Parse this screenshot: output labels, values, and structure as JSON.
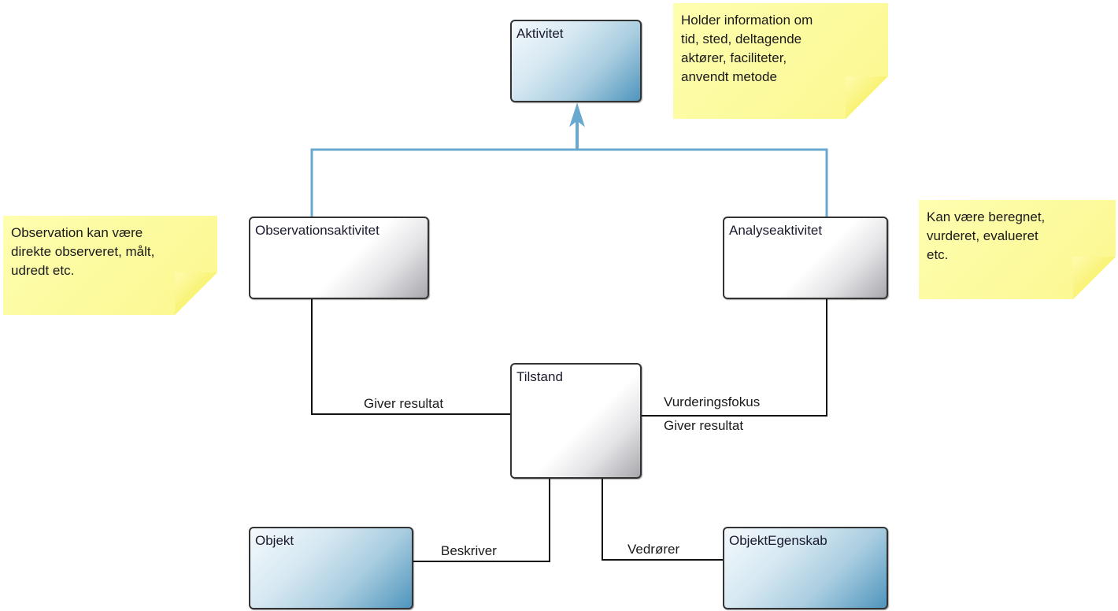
{
  "colors": {
    "inheritance_line": "#6aa9cf",
    "association_line": "#111111",
    "note_fill": "#fcf89a",
    "note_fold": "#f2e93a",
    "blue_class_dark": "#4f95bd"
  },
  "classes": {
    "aktivitet": "Aktivitet",
    "observationsaktivitet": "Observationsaktivitet",
    "analyseaktivitet": "Analyseaktivitet",
    "tilstand": "Tilstand",
    "objekt": "Objekt",
    "objekt_egenskab": "ObjektEgenskab"
  },
  "notes": {
    "aktivitet_note": "Holder information om tid, sted, deltagende aktører, faciliteter, anvendt metode",
    "observation_note": "Observation kan være direkte observeret, målt, udredt etc.",
    "analyse_note": "Kan være beregnet, vurderet, evalueret etc."
  },
  "notes_lines": {
    "aktivitet_note": [
      "Holder information om",
      "tid, sted, deltagende",
      "aktører, faciliteter,",
      "anvendt metode"
    ],
    "observation_note": [
      "Observation kan være",
      "direkte observeret, målt,",
      "udredt etc."
    ],
    "analyse_note": [
      "Kan være beregnet,",
      "vurderet, evalueret",
      "etc."
    ]
  },
  "connectors": {
    "observation_tilstand": "Giver resultat",
    "analyse_tilstand_1": "Vurderingsfokus",
    "analyse_tilstand_2": "Giver resultat",
    "tilstand_objekt": "Beskriver",
    "tilstand_objektegenskab": "Vedrører"
  }
}
